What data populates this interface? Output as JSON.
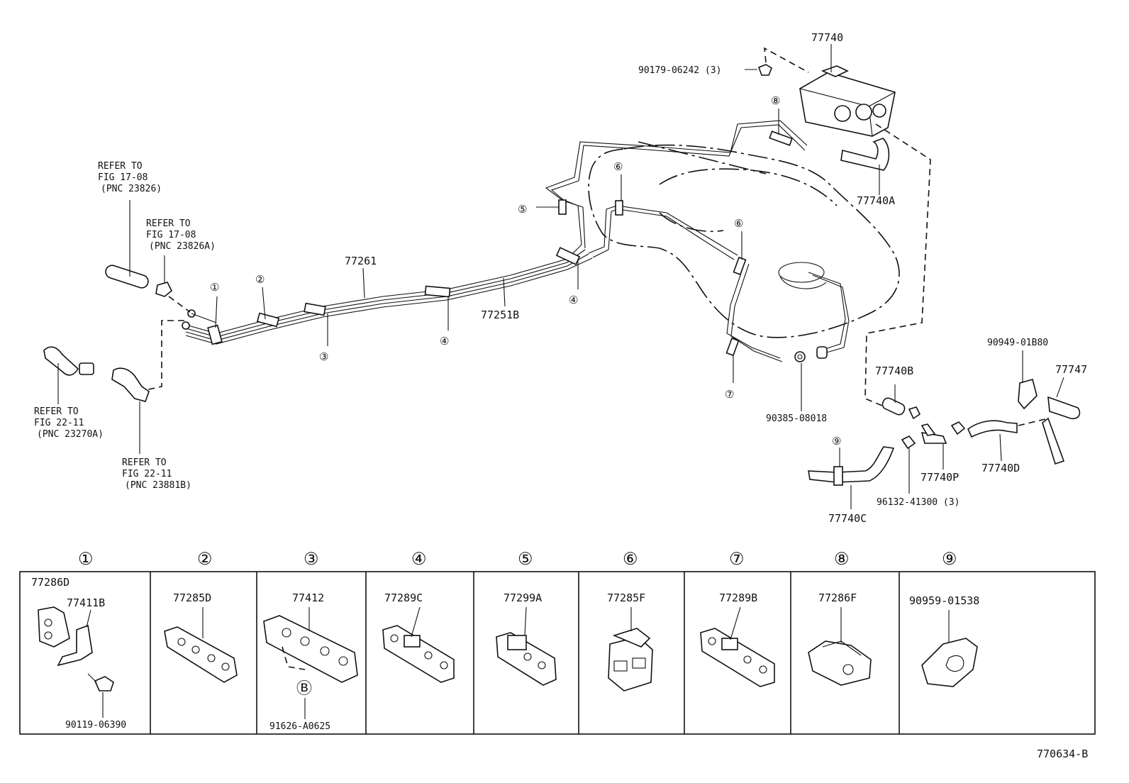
{
  "diagram_id": "770634-B",
  "parts": {
    "canister": "77740",
    "canister_screw": "90179-06242 (3)",
    "hose_a": "77740A",
    "tube_main": "77261",
    "tube_b": "77251B",
    "gasket": "90385-08018",
    "hose_b": "77740B",
    "bracket_b80": "90949-01B80",
    "hose_747": "77747",
    "hose_d": "77740D",
    "hose_p": "77740P",
    "clip_961": "96132-41300 (3)",
    "hose_c": "77740C"
  },
  "refs": [
    {
      "line1": "REFER TO",
      "line2": "FIG 17-08",
      "line3": "(PNC 23826)"
    },
    {
      "line1": "REFER TO",
      "line2": "FIG 17-08",
      "line3": "(PNC 23826A)"
    },
    {
      "line1": "REFER TO",
      "line2": "FIG 22-11",
      "line3": "(PNC 23270A)"
    },
    {
      "line1": "REFER TO",
      "line2": "FIG 22-11",
      "line3": "(PNC 23881B)"
    }
  ],
  "callouts": {
    "c1": "①",
    "c2": "②",
    "c3": "③",
    "c4": "④",
    "c5": "⑤",
    "c6": "⑥",
    "c7": "⑦",
    "c8": "⑧",
    "c9": "⑨"
  },
  "table": {
    "columns": [
      {
        "marker": "①",
        "labels": [
          "77286D",
          "77411B",
          "90119-06390"
        ]
      },
      {
        "marker": "②",
        "labels": [
          "77285D"
        ]
      },
      {
        "marker": "③",
        "labels": [
          "77412",
          "91626-A0625"
        ],
        "sub_marker": "Ⓑ"
      },
      {
        "marker": "④",
        "labels": [
          "77289C"
        ]
      },
      {
        "marker": "⑤",
        "labels": [
          "77299A"
        ]
      },
      {
        "marker": "⑥",
        "labels": [
          "77285F"
        ]
      },
      {
        "marker": "⑦",
        "labels": [
          "77289B"
        ]
      },
      {
        "marker": "⑧",
        "labels": [
          "77286F"
        ]
      },
      {
        "marker": "⑨",
        "labels": [
          "90959-01538"
        ]
      }
    ]
  }
}
